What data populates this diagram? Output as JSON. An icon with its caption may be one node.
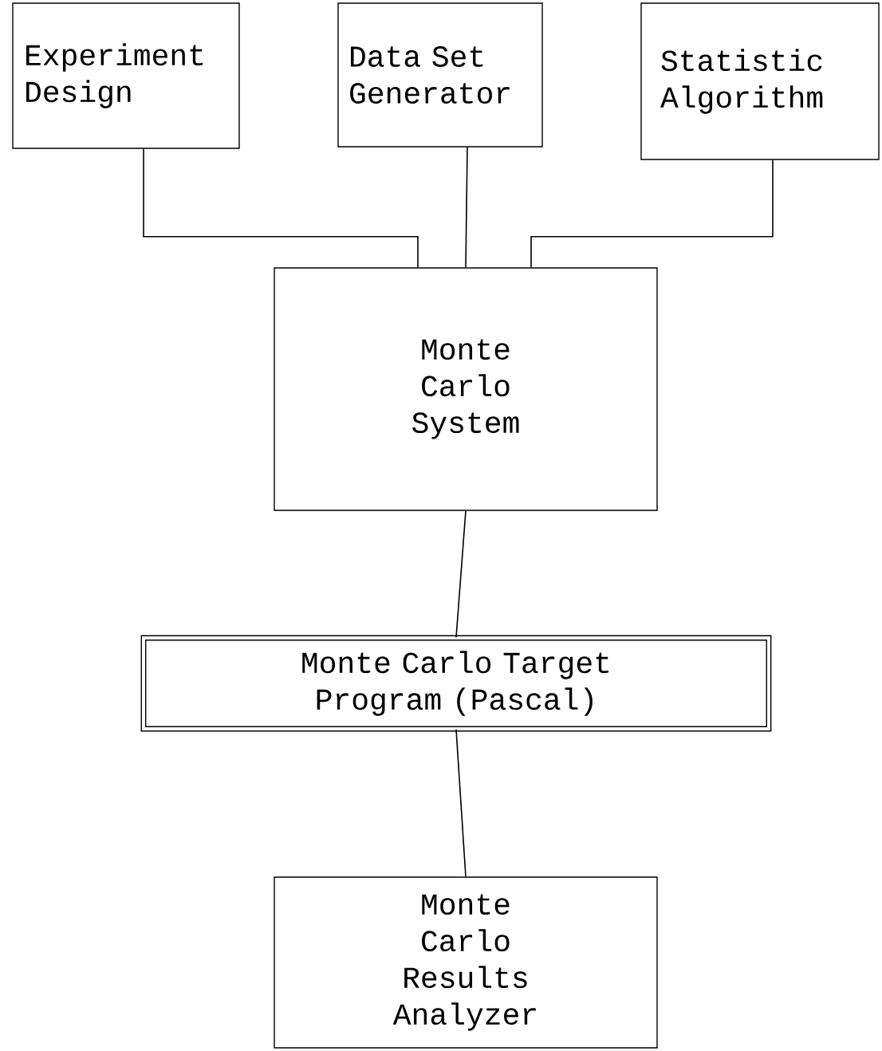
{
  "diagram": {
    "nodes": [
      {
        "text": [
          "Experiment Design"
        ]
      },
      {
        "text": [
          "Data Set Generator"
        ]
      },
      {
        "text": [
          "Statistic Algorithm"
        ]
      },
      {
        "text": [
          "Monte Carlo System"
        ]
      },
      {
        "text": [
          "Monte Carlo Target Program (Pascal)"
        ]
      },
      {
        "text": [
          "Monte Carlo Results Analyzer"
        ]
      }
    ],
    "edges": [
      {
        "from": 0,
        "to": 3,
        "arrow": "none"
      },
      {
        "from": 1,
        "to": 3,
        "arrow": "none"
      },
      {
        "from": 2,
        "to": 3,
        "arrow": "none"
      },
      {
        "from": 3,
        "to": 4,
        "arrow": "none"
      },
      {
        "from": 4,
        "to": 5,
        "arrow": "none"
      }
    ]
  }
}
